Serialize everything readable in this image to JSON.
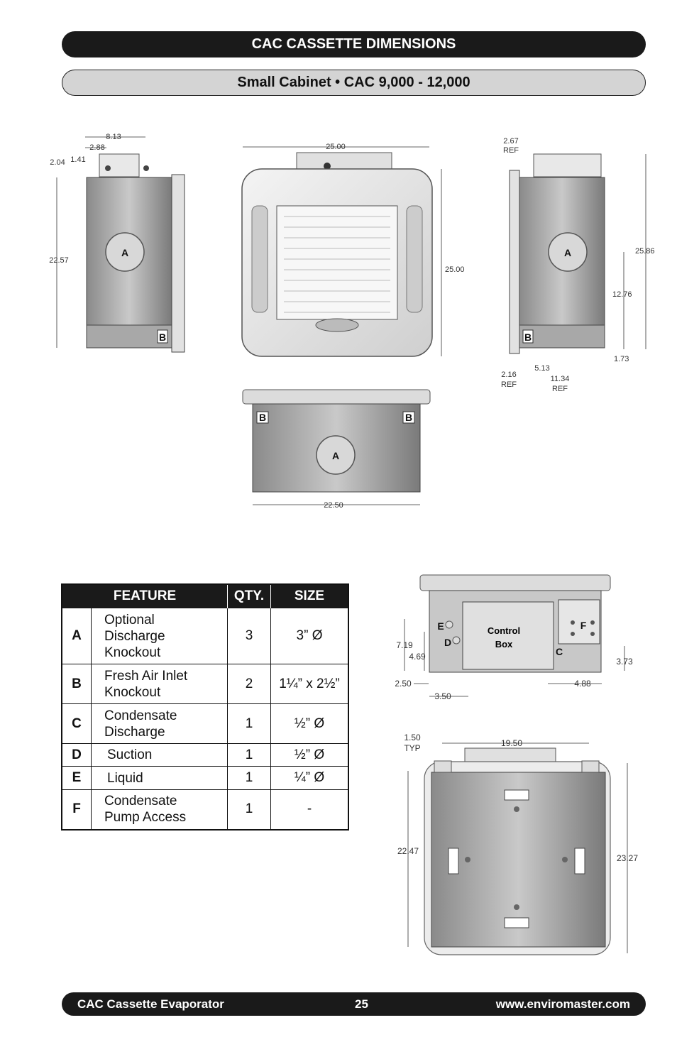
{
  "header": {
    "title": "CAC CASSETTE DIMENSIONS",
    "subtitle": "Small Cabinet • CAC 9,000 - 12,000"
  },
  "drawings": {
    "side_left": {
      "d1": "8.13",
      "d2": "2.88",
      "d3": "1.41",
      "d4": "2.04",
      "height": "22.57",
      "knockout_a": "A",
      "knockout_b": "B"
    },
    "front": {
      "width": "25.00",
      "height": "25.00"
    },
    "side_right": {
      "ref_top": "2.67",
      "ref_top_label": "REF",
      "height": "25.86",
      "mid": "12.76",
      "knockout_a": "A",
      "knockout_b": "B",
      "small": "1.73",
      "ref1": "2.16",
      "ref1_label": "REF",
      "d513": "5.13",
      "ref2": "11.34",
      "ref2_label": "REF"
    },
    "bottom": {
      "width": "22.50",
      "knockout_a": "A",
      "b_left": "B",
      "b_right": "B"
    },
    "control_view": {
      "control_box_l1": "Control",
      "control_box_l2": "Box",
      "e": "E",
      "d": "D",
      "f": "F",
      "c": "C",
      "d719": "7.19",
      "d469": "4.69",
      "d250": "2.50",
      "d350": "3.50",
      "d373": "3.73",
      "d488": "4.88"
    },
    "top_view": {
      "typ": "1.50",
      "typ_label": "TYP",
      "width": "19.50",
      "h1": "22.47",
      "h2": "23.27"
    }
  },
  "table": {
    "headers": [
      "FEATURE",
      "QTY.",
      "SIZE"
    ],
    "rows": [
      {
        "key": "A",
        "l1": "Optional",
        "l2": "Discharge",
        "l3": "Knockout",
        "qty": "3",
        "size": "3” Ø"
      },
      {
        "key": "B",
        "l1": "Fresh Air Inlet",
        "l2": "Knockout",
        "qty": "2",
        "size": "1¼” x 2½”"
      },
      {
        "key": "C",
        "l1": "Condensate",
        "l2": "Discharge",
        "qty": "1",
        "size": "½” Ø"
      },
      {
        "key": "D",
        "l1": "Suction",
        "qty": "1",
        "size": "½” Ø"
      },
      {
        "key": "E",
        "l1": "Liquid",
        "qty": "1",
        "size": "¼” Ø"
      },
      {
        "key": "F",
        "l1": "Condensate",
        "l2": "Pump Access",
        "qty": "1",
        "size": "-"
      }
    ]
  },
  "footer": {
    "left": "CAC Cassette Evaporator",
    "page": "25",
    "right": "www.enviromaster.com"
  }
}
